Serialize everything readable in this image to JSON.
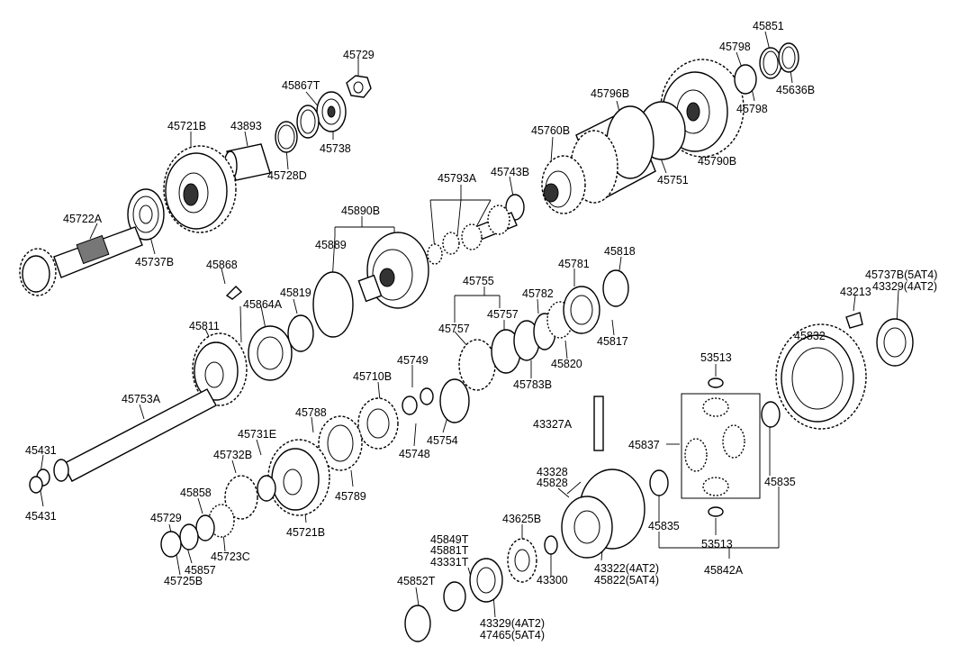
{
  "diagram": {
    "type": "exploded-parts-diagram",
    "colors": {
      "ink": "#000000",
      "paper": "#ffffff"
    },
    "labels": [
      "45729",
      "45867T",
      "45738",
      "45728D",
      "43893",
      "45721B",
      "45722A",
      "45737B",
      "45798",
      "45851",
      "45636B",
      "45798",
      "45790B",
      "45796B",
      "45751",
      "45760B",
      "45743B",
      "45793A",
      "45890B",
      "45889",
      "45868",
      "45864A",
      "45819",
      "45811",
      "45755",
      "45757",
      "45757",
      "45782",
      "45781",
      "45818",
      "45817",
      "45820",
      "45783B",
      "45737B(5AT4)",
      "43329(4AT2)",
      "43213",
      "45832",
      "45749",
      "45710B",
      "45748",
      "45754",
      "45788",
      "45731E",
      "45732B",
      "45789",
      "45753A",
      "45431",
      "45431",
      "45858",
      "45729",
      "45857",
      "45725B",
      "45723C",
      "45721B",
      "53513",
      "43327A",
      "45837",
      "45835",
      "45835",
      "53513",
      "45842A",
      "43328",
      "45828",
      "43625B",
      "43300",
      "43322(4AT2)",
      "45822(5AT4)",
      "45849T",
      "45881T",
      "43331T",
      "45852T",
      "43329(4AT2)",
      "47465(5AT4)"
    ]
  }
}
